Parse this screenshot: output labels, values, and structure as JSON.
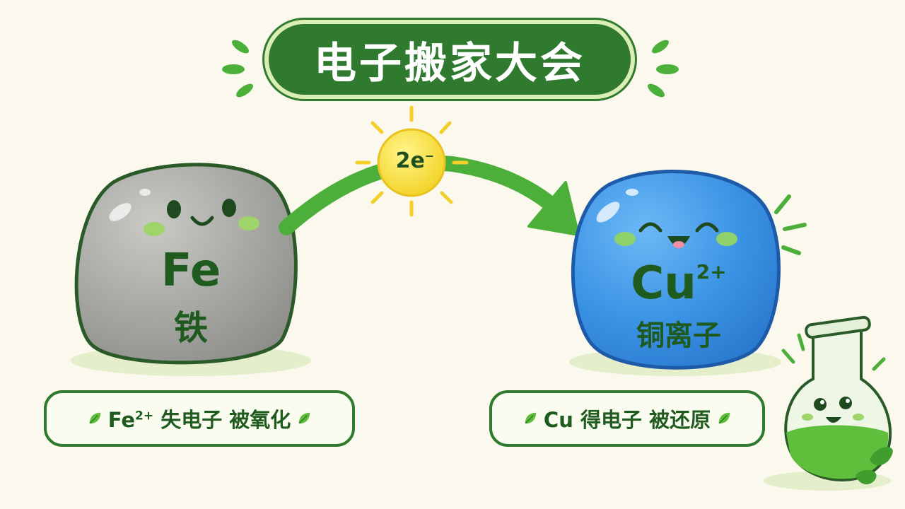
{
  "title": "电子搬家大会",
  "electron": {
    "label": "2e",
    "sup": "−"
  },
  "iron": {
    "symbol": "Fe",
    "name": "铁"
  },
  "copper_ion": {
    "symbol": "Cu",
    "charge": "2+",
    "name": "铜离子"
  },
  "captions": {
    "left": {
      "prefix": "Fe",
      "sup": "2+",
      "text": "失电子 被氧化"
    },
    "right": {
      "prefix": "Cu",
      "text": "得电子 被还原"
    }
  },
  "colors": {
    "title_bg": "#2f7a2f",
    "accent_green": "#4caf3a",
    "text_green": "#1f5b1f",
    "iron_gray": "#a6a6a2",
    "copper_blue": "#3a92e4",
    "electron_yellow": "#f6dc32",
    "background": "#fbf9ee"
  },
  "icons": [
    "leaf-icon",
    "sparkle-icon",
    "flask-mascot-icon",
    "arrow-icon"
  ]
}
